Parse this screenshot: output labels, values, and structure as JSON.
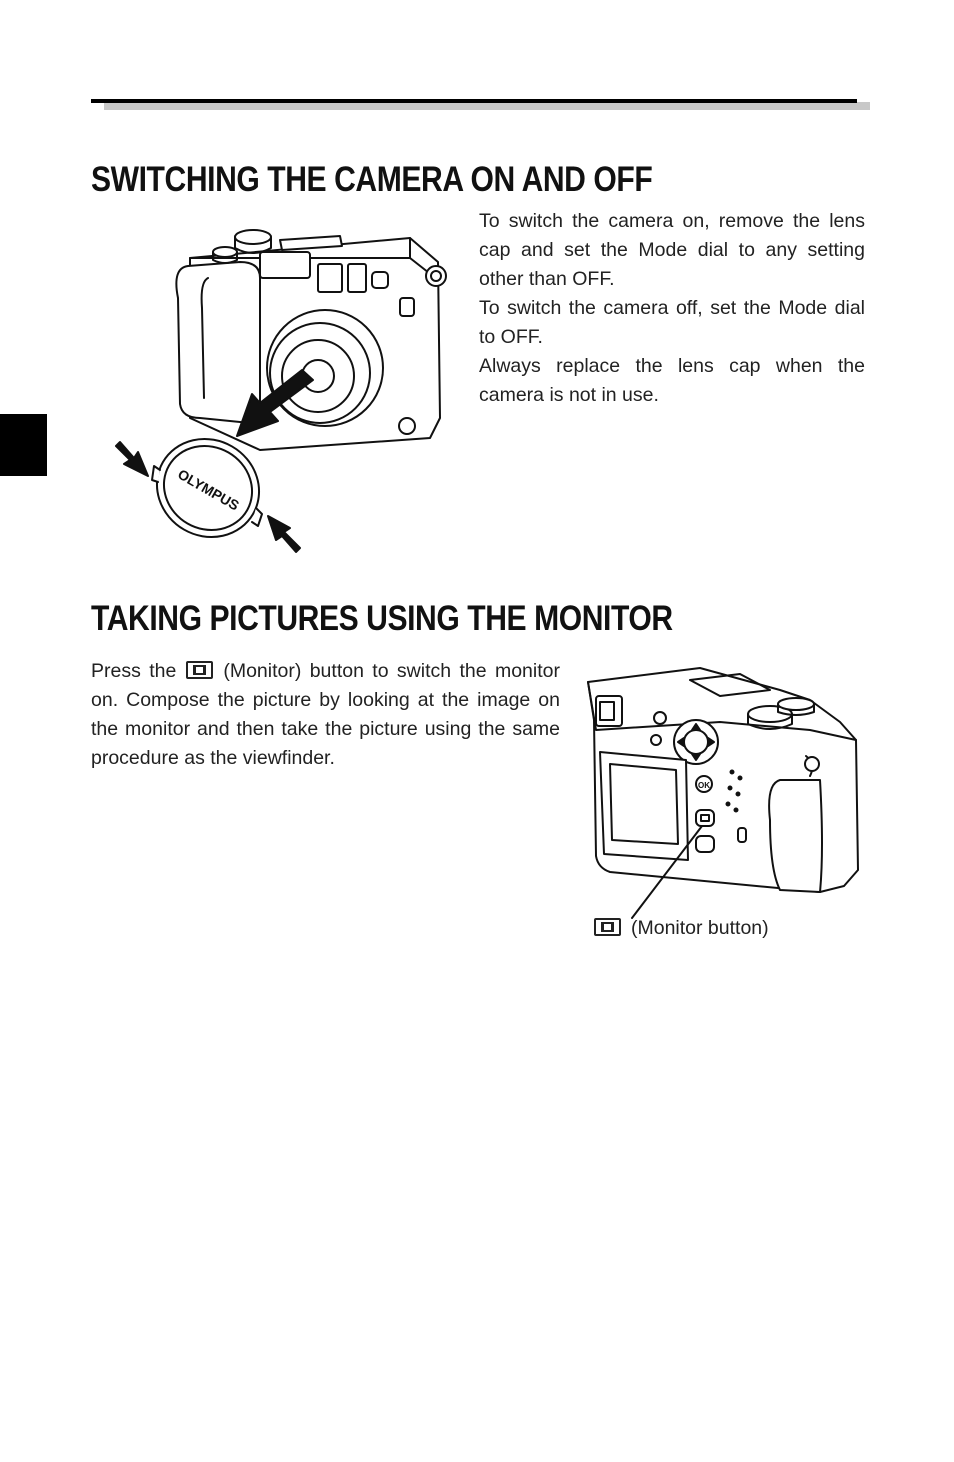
{
  "section1": {
    "title": "SWITCHING THE CAMERA ON AND OFF",
    "paragraphs": [
      "To switch the camera on, remove the lens cap and set the Mode dial to any setting other than OFF.",
      "To switch the camera off, set the Mode dial to OFF.",
      "Always replace the lens cap when the camera is not in use."
    ],
    "lens_cap_brand": "OLYMPUS"
  },
  "section2": {
    "title": "TAKING PICTURES USING THE MONITOR",
    "paragraph_before_icon": "Press the",
    "paragraph_after_icon": "(Monitor) button to switch the monitor on. Compose the picture by looking at the image on the monitor and then take the picture using the same procedure as the viewfinder.",
    "caption": "(Monitor button)",
    "ok_label": "OK"
  },
  "icons": [
    "monitor-button-icon"
  ],
  "colors": {
    "text": "#1a1a1a",
    "rule_shadow": "#c8c8c8",
    "rule": "#000000"
  }
}
